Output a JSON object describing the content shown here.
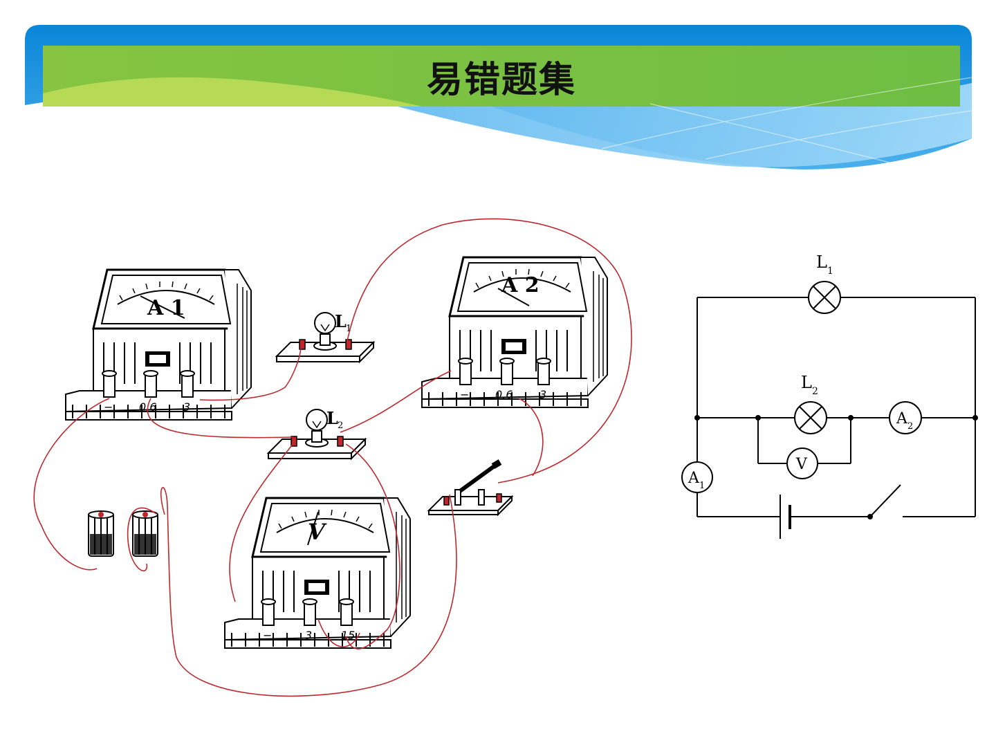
{
  "slide": {
    "title": "易错题集",
    "colors": {
      "blue": "#1a8fe0",
      "green": "#7dc242",
      "wire": "#c0272d"
    }
  },
  "apparatus": {
    "ammeter_a1": {
      "label": "A 1",
      "terminals": [
        "−",
        "0.6",
        "3"
      ]
    },
    "ammeter_a2": {
      "label": "A 2",
      "terminals": [
        "−",
        "0.6",
        "3"
      ]
    },
    "voltmeter": {
      "label": "V",
      "terminals": [
        "−",
        "3",
        "15"
      ]
    },
    "lamp_l1": {
      "label": "L",
      "sub": "1"
    },
    "lamp_l2": {
      "label": "L",
      "sub": "2"
    }
  },
  "schematic": {
    "lamp_l1": {
      "label": "L",
      "sub": "1"
    },
    "lamp_l2": {
      "label": "L",
      "sub": "2"
    },
    "ammeter_a1": {
      "label": "A",
      "sub": "1"
    },
    "ammeter_a2": {
      "label": "A",
      "sub": "2"
    },
    "voltmeter": {
      "label": "V"
    }
  }
}
